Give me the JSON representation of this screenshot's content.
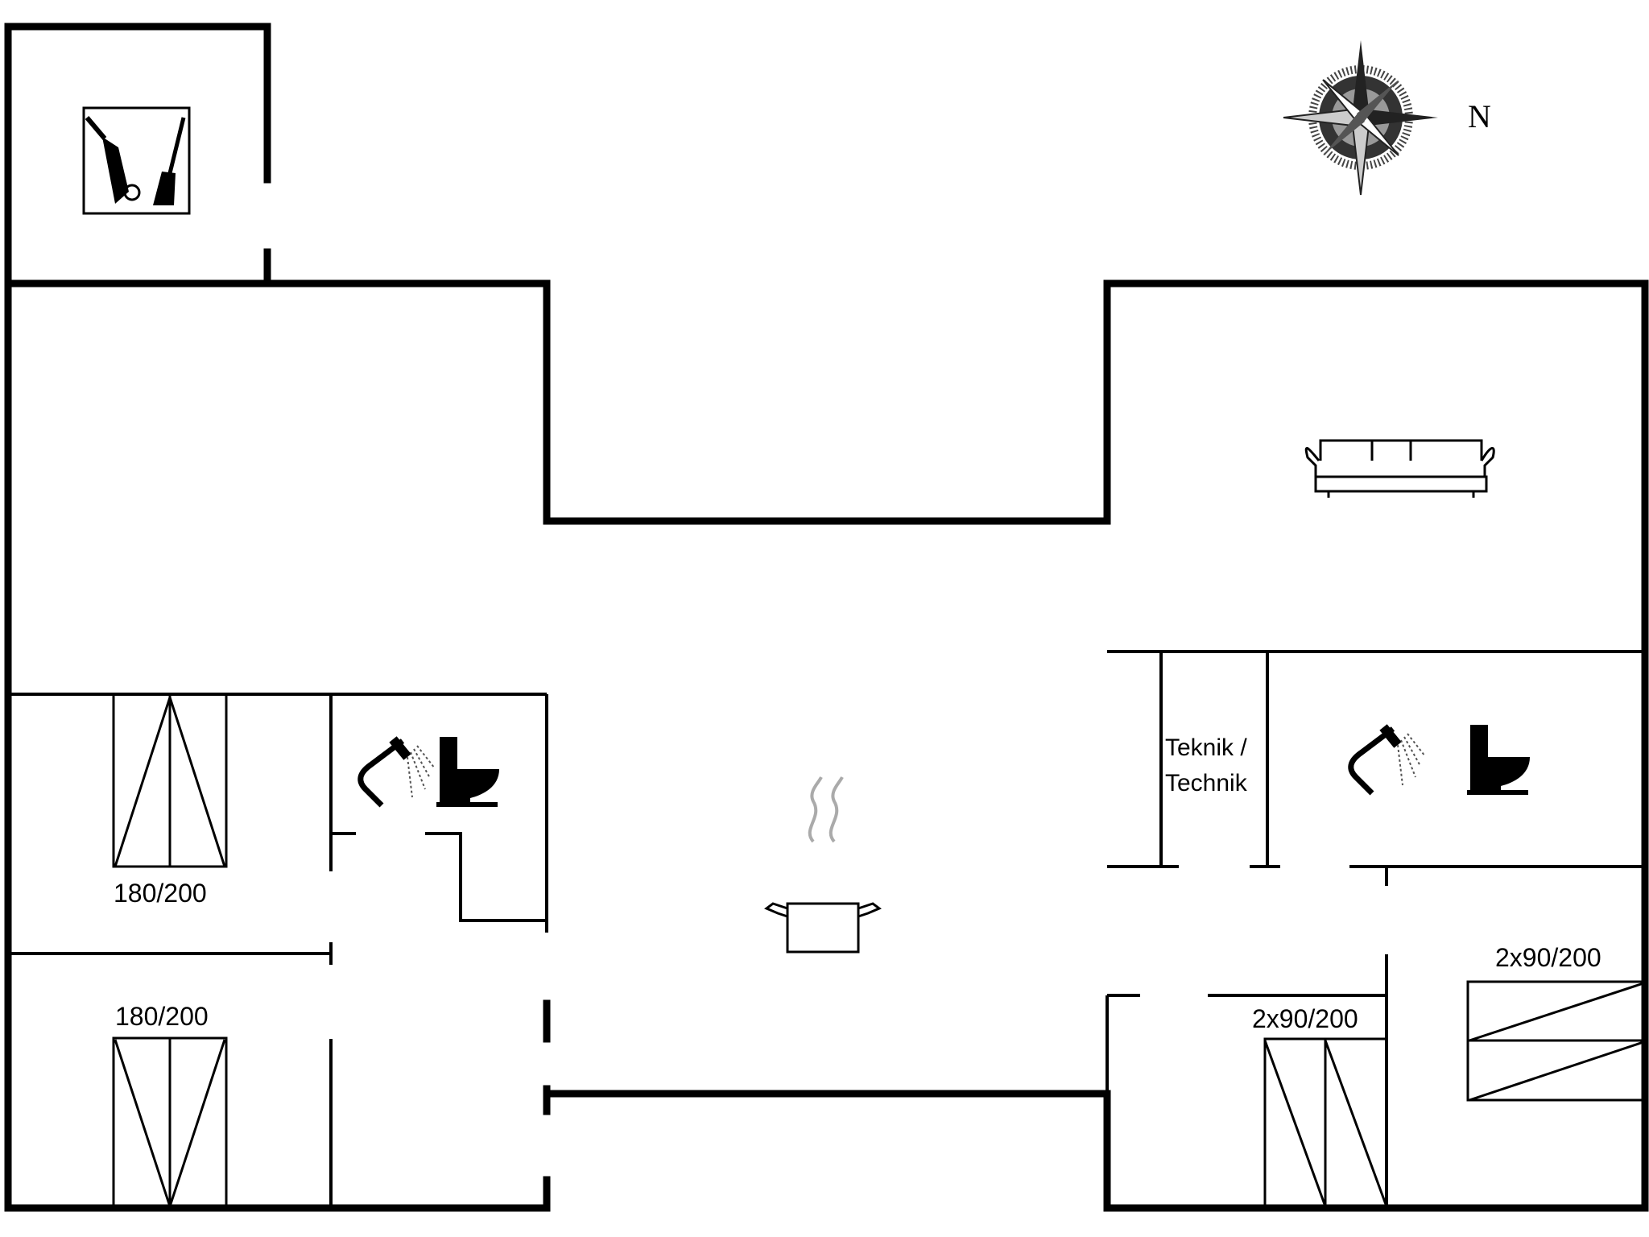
{
  "compass": {
    "north_label": "N"
  },
  "rooms": {
    "bedroom_1": {
      "bed_label": "180/200"
    },
    "bedroom_2": {
      "bed_label": "180/200"
    },
    "technik": {
      "label_line1": "Teknik /",
      "label_line2": "Technik"
    },
    "bedroom_3": {
      "bed_label": "2x90/200"
    },
    "bedroom_4": {
      "bed_label": "2x90/200"
    }
  },
  "icons": {
    "shed": "garden-tools-icon",
    "compass": "compass-rose-icon",
    "living": "sofa-icon",
    "kitchen": "cooking-pot-icon",
    "bathroom": [
      "shower-icon",
      "toilet-icon"
    ],
    "bed": "bed-icon"
  },
  "colors": {
    "walls": "#000000",
    "background": "#ffffff",
    "icon_grey": "#808080"
  }
}
